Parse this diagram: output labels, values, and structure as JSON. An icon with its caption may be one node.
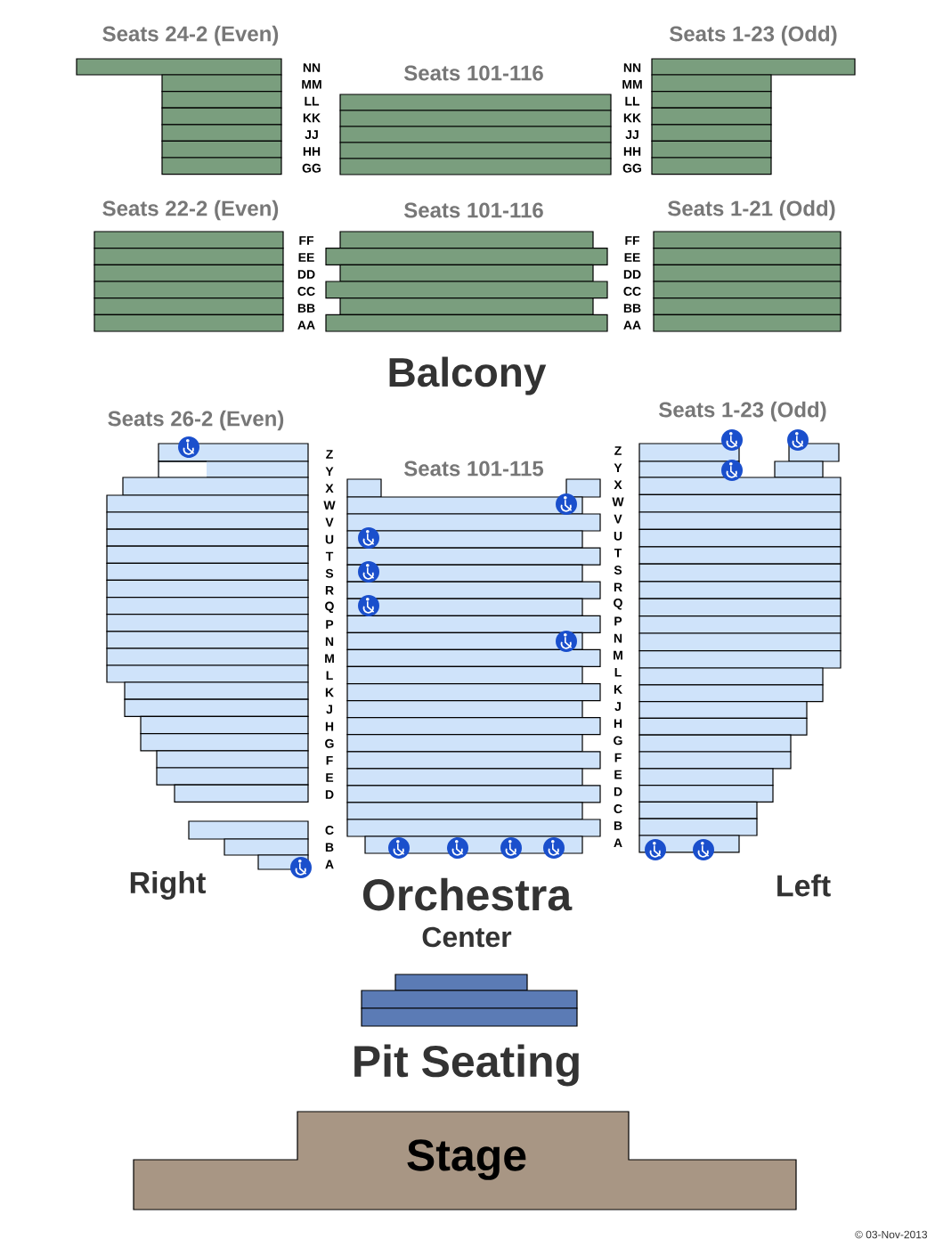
{
  "diagram": {
    "nodes": [
      {
        "text": [
          "Stage"
        ]
      }
    ],
    "edges": [],
    "labels": [
      "Seats 24-2 (Even)",
      "Seats 101-116",
      "Seats 1-23 (Odd)",
      "NN",
      "MM",
      "LL",
      "KK",
      "JJ",
      "HH",
      "GG",
      "NN",
      "MM",
      "LL",
      "KK",
      "JJ",
      "HH",
      "GG",
      "Seats 22-2 (Even)",
      "Seats 101-116",
      "Seats 1-21 (Odd)",
      "FF",
      "EE",
      "DD",
      "CC",
      "BB",
      "AA",
      "FF",
      "EE",
      "DD",
      "CC",
      "BB",
      "AA",
      "Balcony",
      "Seats 26-2 (Even)",
      "Seats 101-115",
      "Seats 1-23 (Odd)",
      "Z",
      "Y",
      "X",
      "W",
      "V",
      "U",
      "T",
      "S",
      "R",
      "Q",
      "P",
      "N",
      "M",
      "L",
      "K",
      "J",
      "H",
      "G",
      "F",
      "E",
      "D",
      "C",
      "B",
      "A",
      "Z",
      "Y",
      "X",
      "W",
      "V",
      "U",
      "T",
      "S",
      "R",
      "Q",
      "P",
      "N",
      "M",
      "L",
      "K",
      "J",
      "H",
      "G",
      "F",
      "E",
      "D",
      "C",
      "B",
      "A",
      "Right",
      "Orchestra",
      "Left",
      "Center",
      "Pit Seating",
      "© 03-Nov-2013"
    ]
  }
}
